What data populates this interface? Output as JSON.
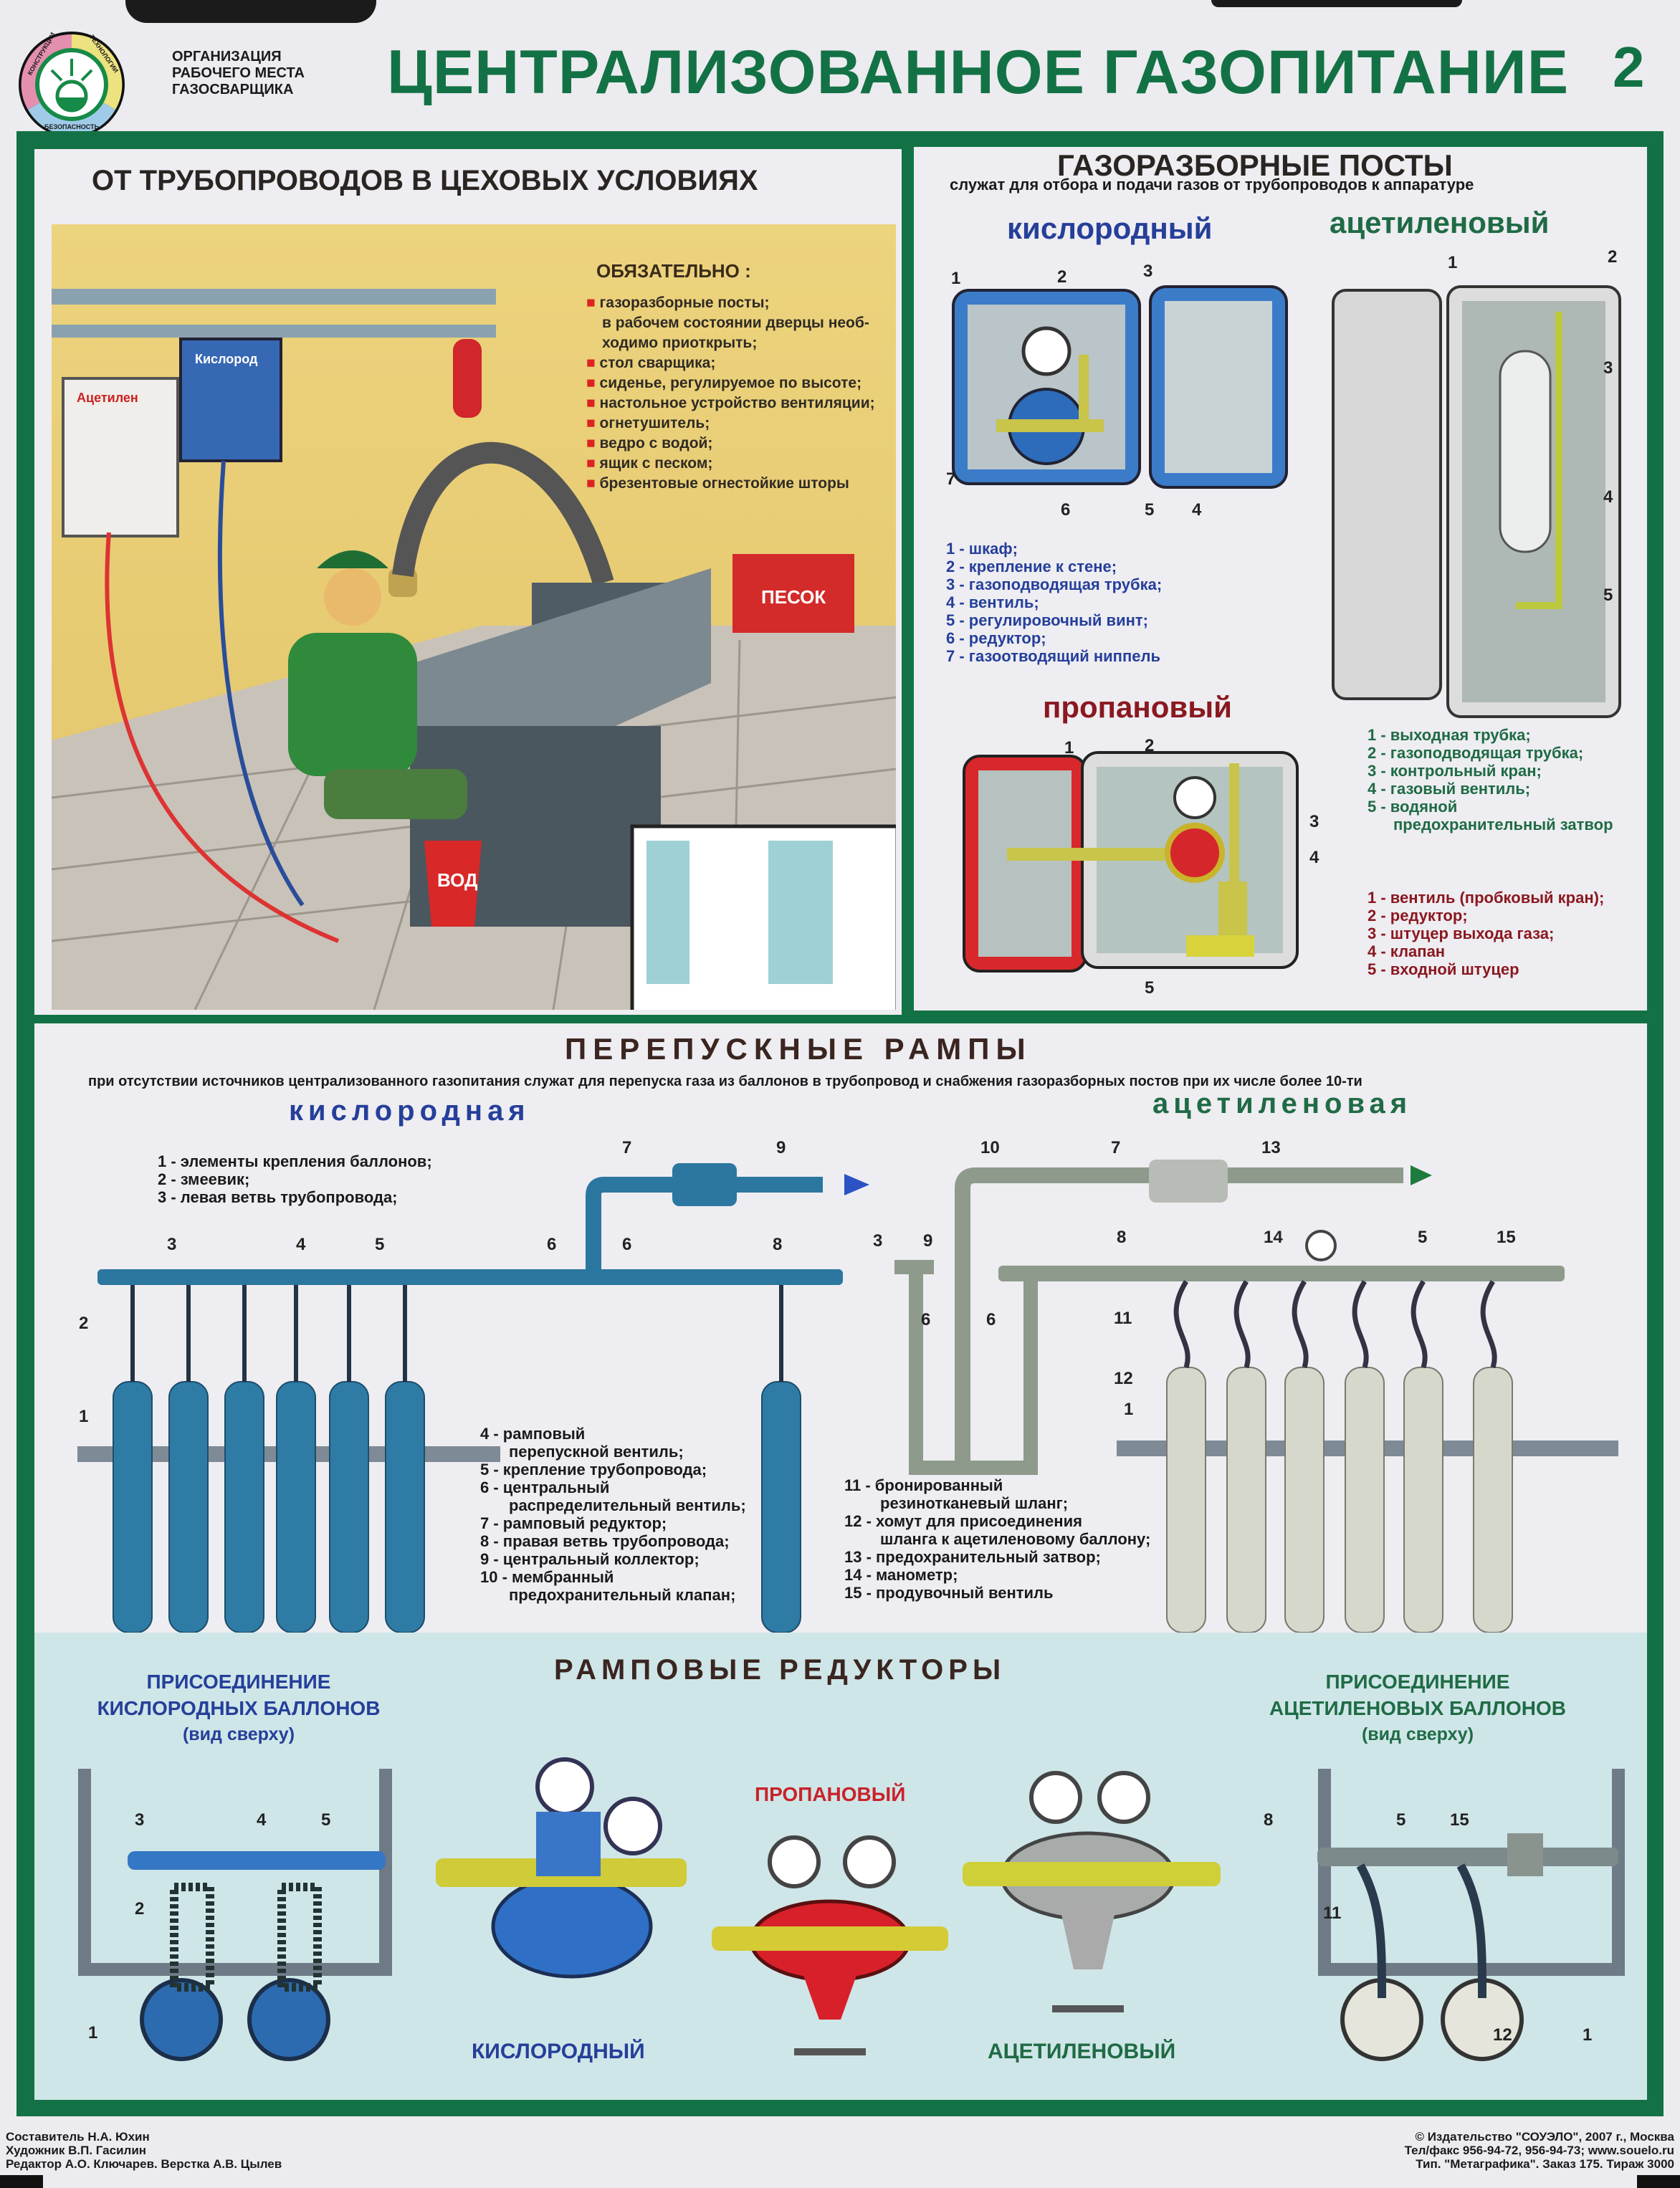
{
  "header": {
    "logo": {
      "segments": [
        "КОНСТРУКЦИИ",
        "ТЕХНОЛОГИИ",
        "БЕЗОПАСНОСТЬ"
      ]
    },
    "subtitle_lines": [
      "ОРГАНИЗАЦИЯ",
      "РАБОЧЕГО МЕСТА",
      "ГАЗОСВАРЩИКА"
    ],
    "title": "ЦЕНТРАЛИЗОВАННОЕ ГАЗОПИТАНИЕ",
    "sheet_number": "2"
  },
  "workshop": {
    "title": "ОТ ТРУБОПРОВОДОВ В ЦЕХОВЫХ УСЛОВИЯХ",
    "required_title": "ОБЯЗАТЕЛЬНО :",
    "required_items": [
      "газоразборные посты;",
      "в рабочем состоянии дверцы необ-",
      "ходимо приоткрыть;",
      "стол сварщика;",
      "сиденье, регулируемое по высоте;",
      "настольное устройство вентиляции;",
      "огнетушитель;",
      "ведро с водой;",
      "ящик с песком;",
      "брезентовые огнестойкие шторы"
    ],
    "labels": {
      "acetylene_box": "Ацетилен",
      "oxygen_box": "Кислород",
      "sand_box": "ПЕСОК",
      "bucket": "ВОД"
    }
  },
  "posts": {
    "title": "ГАЗОРАЗБОРНЫЕ ПОСТЫ",
    "subtitle": "служат для отбора и подачи газов от трубопроводов к аппаратуре",
    "oxygen": {
      "title": "кислородный",
      "callouts": [
        "1",
        "2",
        "3",
        "7",
        "6",
        "5",
        "4"
      ],
      "legend": [
        "1 - шкаф;",
        "2 - крепление к стене;",
        "3 - газоподводящая трубка;",
        "4 - вентиль;",
        "5 - регулировочный винт;",
        "6 - редуктор;",
        "7 - газоотводящий ниппель"
      ]
    },
    "acetylene": {
      "title": "ацетиленовый",
      "callouts": [
        "1",
        "2",
        "3",
        "4",
        "5"
      ],
      "legend": [
        "1 - выходная трубка;",
        "2 - газоподводящая трубка;",
        "3 - контрольный кран;",
        "4 - газовый вентиль;",
        "5 - водяной",
        "предохранительный затвор"
      ]
    },
    "propane": {
      "title": "пропановый",
      "callouts": [
        "1",
        "2",
        "3",
        "4",
        "5"
      ],
      "legend": [
        "1 - вентиль (пробковый кран);",
        "2 - редуктор;",
        "3 - штуцер выхода газа;",
        "4 - клапан",
        "5 - входной штуцер"
      ]
    }
  },
  "ramps": {
    "title": "ПЕРЕПУСКНЫЕ РАМПЫ",
    "subtitle": "при отсутствии источников централизованного газопитания служат для перепуска газа из баллонов в трубопровод и снабжения газоразборных постов при их числе более 10-ти",
    "oxygen": {
      "title": "кислородная",
      "legend_a": [
        "1 - элементы крепления баллонов;",
        "2 - змеевик;",
        "3 - левая ветвь трубопровода;"
      ],
      "callouts": [
        "3",
        "4",
        "5",
        "6",
        "6",
        "8",
        "2",
        "1",
        "7",
        "9"
      ]
    },
    "acetylene": {
      "title": "ацетиленовая",
      "callouts": [
        "10",
        "7",
        "13",
        "3",
        "9",
        "8",
        "14",
        "5",
        "15",
        "6",
        "6",
        "11",
        "12",
        "1"
      ]
    },
    "legend_b": [
      "4 - рамповый",
      "перепускной вентиль;",
      "5 - крепление трубопровода;",
      "6 - центральный",
      "распределительный вентиль;",
      "7 - рамповый редуктор;",
      "8 - правая ветвь трубопровода;",
      "9 - центральный коллектор;",
      "10 - мембранный",
      "предохранительный клапан;"
    ],
    "legend_c": [
      "11 - бронированный",
      "резинотканевый шланг;",
      "12 - хомут для присоединения",
      "шланга к ацетиленовому баллону;",
      "13 - предохранительный затвор;",
      "14 - манометр;",
      "15 - продувочный вентиль"
    ]
  },
  "reducers": {
    "title": "РАМПОВЫЕ РЕДУКТОРЫ",
    "left_title": [
      "ПРИСОЕДИНЕНИЕ",
      "КИСЛОРОДНЫХ БАЛЛОНОВ",
      "(вид сверху)"
    ],
    "right_title": [
      "ПРИСОЕДИНЕНИЕ",
      "АЦЕТИЛЕНОВЫХ БАЛЛОНОВ",
      "(вид сверху)"
    ],
    "propane": "ПРОПАНОВЫЙ",
    "oxygen": "КИСЛОРОДНЫЙ",
    "acetylene": "АЦЕТИЛЕНОВЫЙ",
    "left_callouts": [
      "3",
      "4",
      "5",
      "2",
      "1"
    ],
    "right_callouts": [
      "8",
      "5",
      "15",
      "11",
      "12",
      "1"
    ]
  },
  "footer": {
    "credits": [
      "Составитель Н.А. Юхин",
      "Художник В.П. Гасилин",
      "Редактор А.О. Ключарев. Верстка А.В. Цылев"
    ],
    "publisher": [
      "© Издательство \"СОУЭЛО\", 2007 г., Москва",
      "Тел/факс 956-94-72, 956-94-73; www.souelo.ru",
      "Тип. \"Метаграфика\". Заказ 175. Тираж 3000"
    ]
  },
  "colors": {
    "frame": "#137245",
    "title": "#137245",
    "oxygen": "#2a6f9a",
    "propane": "#d6262b",
    "panel_yellow": "#e9cf79",
    "bottom_bg": "#cfe6e8"
  }
}
